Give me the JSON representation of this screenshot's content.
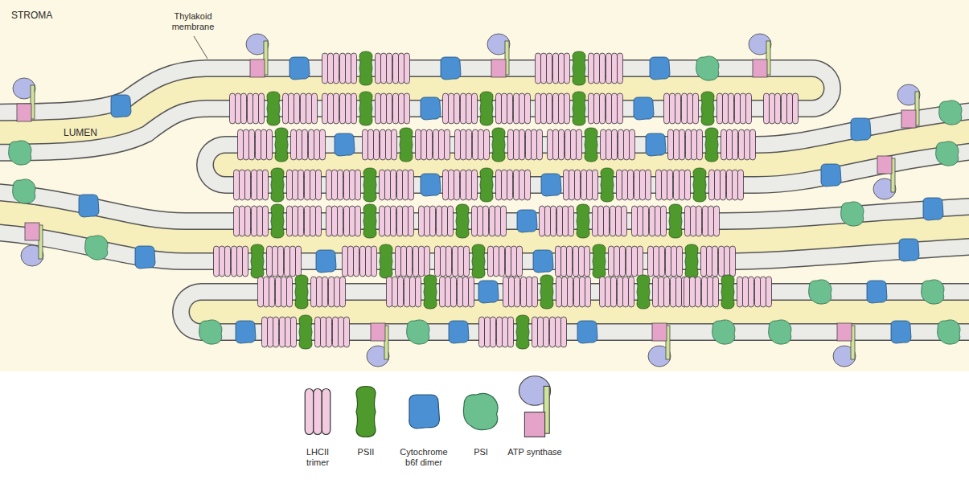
{
  "diagram": {
    "labels": [
      "STROMA",
      "Thylakoid membrane",
      "LUMEN"
    ],
    "legend": [
      {
        "text": "LHCII trimer"
      },
      {
        "text": "PSII"
      },
      {
        "text": "Cytochrome b6f dimer"
      },
      {
        "text": "PSI"
      },
      {
        "text": "ATP synthase"
      }
    ]
  }
}
